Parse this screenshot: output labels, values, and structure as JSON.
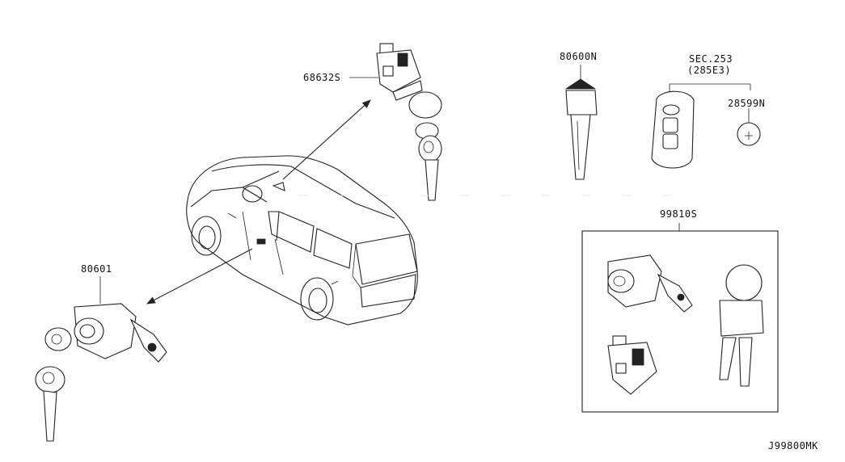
{
  "labels": {
    "cylinder_ignition": "68632S",
    "door_lock": "80601",
    "key_blank": "80600N",
    "section_ref": "SEC.253",
    "section_sub": "(285E3)",
    "battery": "28599N",
    "lock_set": "99810S",
    "diagram_code": "J99800MK"
  }
}
